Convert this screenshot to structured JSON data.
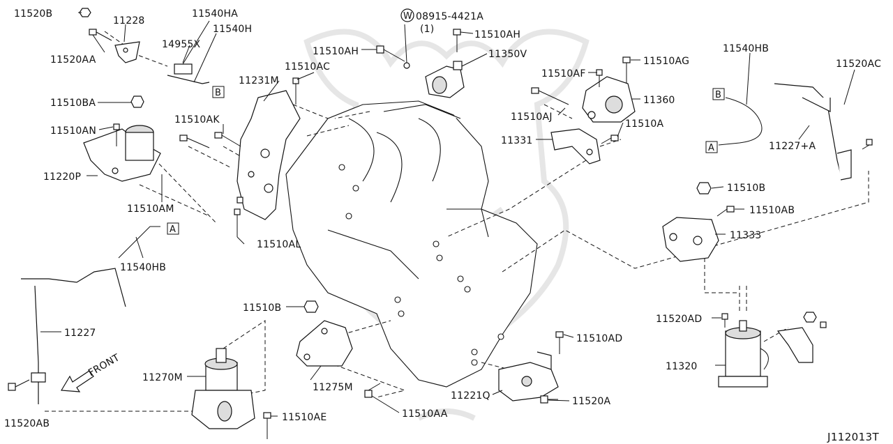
{
  "diagram": {
    "code": "J112013T",
    "callouts": [
      {
        "id": "c1",
        "text": "11520B"
      },
      {
        "id": "c2",
        "text": "11228"
      },
      {
        "id": "c3",
        "text": "11520AA"
      },
      {
        "id": "c4",
        "text": "11540HA"
      },
      {
        "id": "c5",
        "text": "11540H"
      },
      {
        "id": "c6",
        "text": "14955X"
      },
      {
        "id": "c7",
        "text": "11510AH"
      },
      {
        "id": "c8",
        "text": "11510AH"
      },
      {
        "id": "c9",
        "text": "08915-4421A"
      },
      {
        "id": "c10",
        "text": "(1)"
      },
      {
        "id": "c11",
        "text": "11350V"
      },
      {
        "id": "c12",
        "text": "11510AC"
      },
      {
        "id": "c13",
        "text": "11231M"
      },
      {
        "id": "c14",
        "text": "11510BA"
      },
      {
        "id": "c15",
        "text": "11510AN"
      },
      {
        "id": "c16",
        "text": "11510AK"
      },
      {
        "id": "c17",
        "text": "11220P"
      },
      {
        "id": "c18",
        "text": "11510AM"
      },
      {
        "id": "c19",
        "text": "11510AL"
      },
      {
        "id": "c20",
        "text": "11540HB"
      },
      {
        "id": "c21",
        "text": "11227"
      },
      {
        "id": "c22",
        "text": "FRONT"
      },
      {
        "id": "c23",
        "text": "11270M"
      },
      {
        "id": "c24",
        "text": "11520AB"
      },
      {
        "id": "c25",
        "text": "11510AE"
      },
      {
        "id": "c26",
        "text": "11510B"
      },
      {
        "id": "c27",
        "text": "11275M"
      },
      {
        "id": "c28",
        "text": "11510AA"
      },
      {
        "id": "c29",
        "text": "11221Q"
      },
      {
        "id": "c30",
        "text": "11520A"
      },
      {
        "id": "c31",
        "text": "11510AD"
      },
      {
        "id": "c32",
        "text": "11510AF"
      },
      {
        "id": "c33",
        "text": "11510AG"
      },
      {
        "id": "c34",
        "text": "11360"
      },
      {
        "id": "c35",
        "text": "11510AJ"
      },
      {
        "id": "c36",
        "text": "11331"
      },
      {
        "id": "c37",
        "text": "11510A"
      },
      {
        "id": "c38",
        "text": "11540HB"
      },
      {
        "id": "c39",
        "text": "11520AC"
      },
      {
        "id": "c40",
        "text": "11227+A"
      },
      {
        "id": "c41",
        "text": "11510B"
      },
      {
        "id": "c42",
        "text": "11510AB"
      },
      {
        "id": "c43",
        "text": "11333"
      },
      {
        "id": "c44",
        "text": "11520AD"
      },
      {
        "id": "c45",
        "text": "11320"
      }
    ],
    "ref_marks": [
      {
        "id": "r1",
        "text": "B"
      },
      {
        "id": "r2",
        "text": "A"
      },
      {
        "id": "r3",
        "text": "B"
      },
      {
        "id": "r4",
        "text": "A"
      }
    ],
    "washer_symbol": "W"
  }
}
